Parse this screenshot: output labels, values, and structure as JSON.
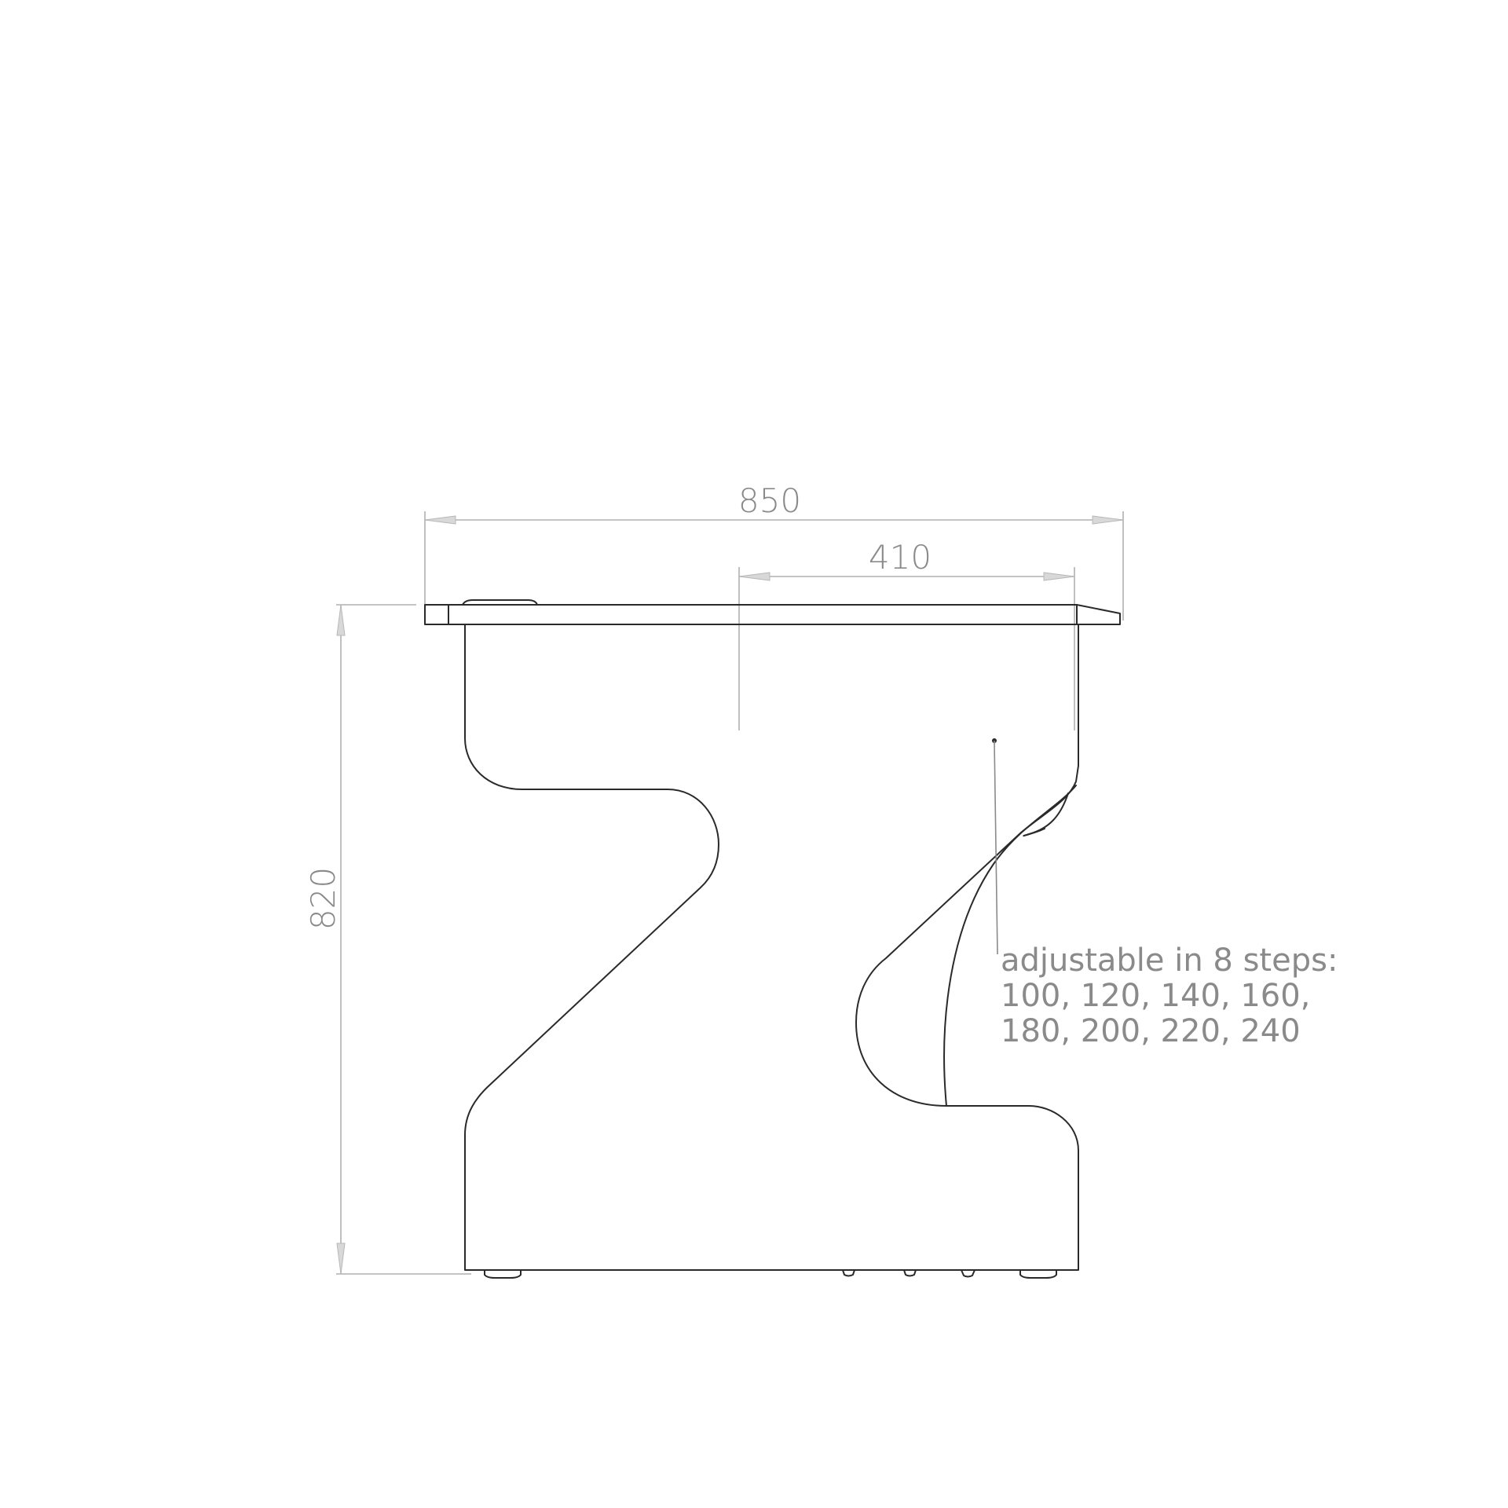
{
  "dimensions": {
    "overall_width": "850",
    "partial_width": "410",
    "height": "820"
  },
  "note": {
    "lines": [
      "adjustable in 8 steps:",
      "100, 120, 140, 160,",
      "180, 200, 220, 240"
    ]
  },
  "colors": {
    "outline": "#2a2a2a",
    "dimension_text": "#8a8a8a",
    "dimension_line": "#b0b0b0"
  }
}
